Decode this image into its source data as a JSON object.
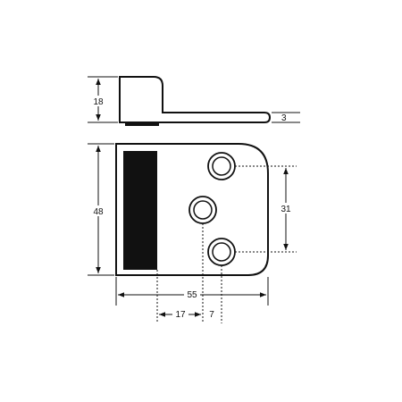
{
  "dimensions": {
    "height_side": "18",
    "thickness": "3",
    "height_front": "48",
    "hole_spacing": "31",
    "width": "55",
    "offset_left": "17",
    "offset_small": "7"
  }
}
